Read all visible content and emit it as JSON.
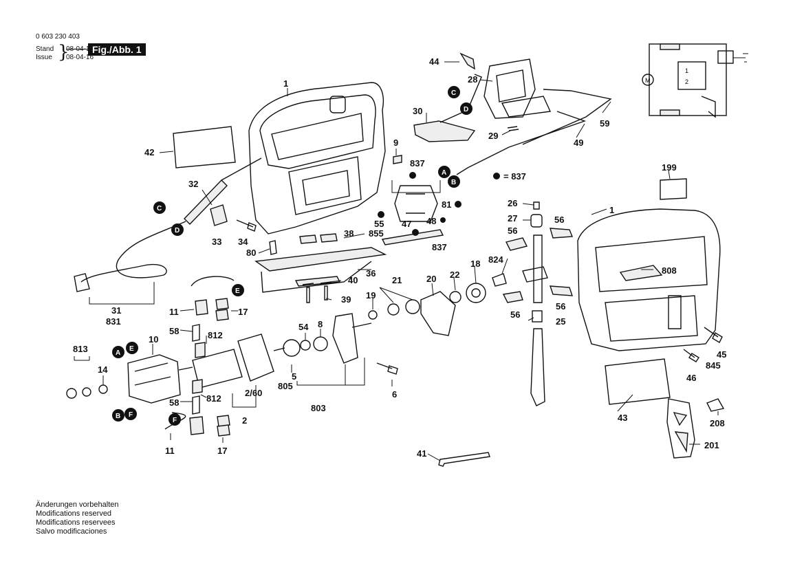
{
  "header": {
    "part_number": "0 603 230 403",
    "stand_label": "Stand",
    "stand_date": "08-04-14",
    "issue_label": "Issue",
    "issue_date": "08-04-16",
    "figure": "Fig./Abb. 1"
  },
  "legend_837": "= 837",
  "callouts": {
    "p1": "1",
    "p1b": "1",
    "p2": "2",
    "p2_60": "2/60",
    "p5": "5",
    "p6": "6",
    "p8": "8",
    "p9": "9",
    "p10": "10",
    "p11a": "11",
    "p11b": "11",
    "p14": "14",
    "p17a": "17",
    "p17b": "17",
    "p18": "18",
    "p19": "19",
    "p20": "20",
    "p21": "21",
    "p22": "22",
    "p25": "25",
    "p26": "26",
    "p27": "27",
    "p28": "28",
    "p29": "29",
    "p30": "30",
    "p31": "31",
    "p32": "32",
    "p33": "33",
    "p34": "34",
    "p36": "36",
    "p38": "38",
    "p39": "39",
    "p40": "40",
    "p41": "41",
    "p42": "42",
    "p43": "43",
    "p44": "44",
    "p45": "45",
    "p46": "46",
    "p47": "47",
    "p48": "48",
    "p49": "49",
    "p54": "54",
    "p55": "55",
    "p56a": "56",
    "p56b": "56",
    "p56c": "56",
    "p56d": "56",
    "p58a": "58",
    "p58b": "58",
    "p59": "59",
    "p80": "80",
    "p81": "81",
    "p199": "199",
    "p201": "201",
    "p208": "208",
    "p803": "803",
    "p805": "805",
    "p808": "808",
    "p812a": "812",
    "p812b": "812",
    "p813": "813",
    "p824": "824",
    "p831": "831",
    "p837a": "837",
    "p837b": "837",
    "p845": "845",
    "p855": "855"
  },
  "markers": {
    "A": "A",
    "B": "B",
    "C": "C",
    "D": "D",
    "E": "E",
    "F": "F"
  },
  "schematic": {
    "motor": "M",
    "sw1": "1",
    "sw2": "2"
  },
  "footer": [
    "Änderungen vorbehalten",
    "Modifications reserved",
    "Modifications reservees",
    "Salvo modificaciones"
  ]
}
